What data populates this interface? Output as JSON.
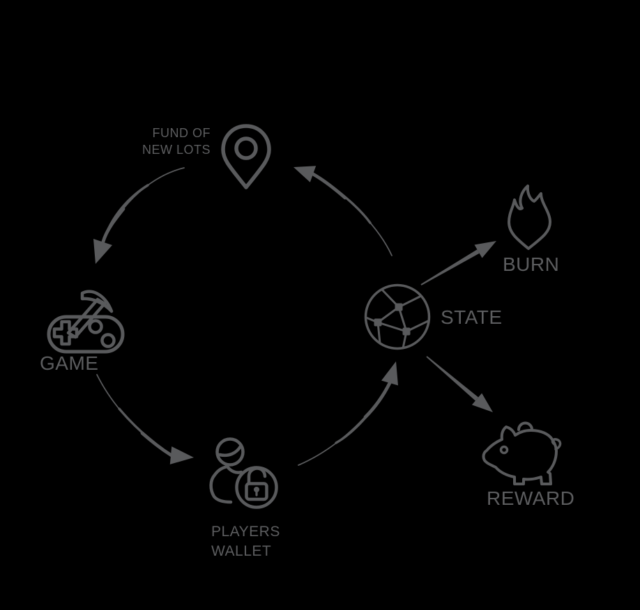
{
  "colors": {
    "background": "#000000",
    "ink": "#595a5c",
    "text": "#5c5d5f"
  },
  "diagram": {
    "title": "token-flow-cycle",
    "nodes": [
      {
        "id": "fund-of-new-lots",
        "icon": "map-pin-icon",
        "label_lines": [
          "FUND OF",
          "NEW LOTS"
        ]
      },
      {
        "id": "game",
        "icon": "gamepad-pickaxe-icon",
        "label_lines": [
          "GAME"
        ]
      },
      {
        "id": "players-wallet",
        "icon": "player-wallet-lock-icon",
        "label_lines": [
          "PLAYERS",
          "WALLET"
        ]
      },
      {
        "id": "state",
        "icon": "network-globe-icon",
        "label_lines": [
          "STATE"
        ]
      },
      {
        "id": "burn",
        "icon": "flame-icon",
        "label_lines": [
          "BURN"
        ]
      },
      {
        "id": "reward",
        "icon": "piggy-bank-icon",
        "label_lines": [
          "REWARD"
        ]
      }
    ],
    "edges": [
      {
        "from": "fund-of-new-lots",
        "to": "game"
      },
      {
        "from": "game",
        "to": "players-wallet"
      },
      {
        "from": "players-wallet",
        "to": "state"
      },
      {
        "from": "state",
        "to": "fund-of-new-lots"
      },
      {
        "from": "state",
        "to": "burn"
      },
      {
        "from": "state",
        "to": "reward"
      }
    ]
  }
}
